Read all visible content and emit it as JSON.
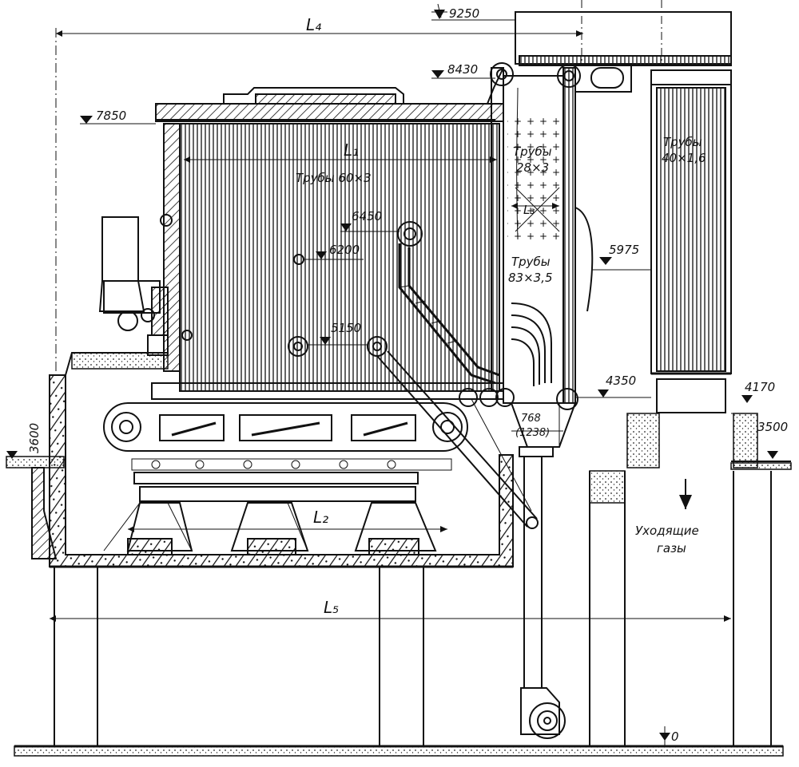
{
  "labels": {
    "l1": "L₁",
    "l2": "L₂",
    "l3": "L₃",
    "l4": "L₄",
    "l5": "L₅",
    "tubes_main": "Трубы 60×3",
    "tubes_mid_1": "Трубы",
    "tubes_mid_2": "28×3",
    "tubes_low_1": "Трубы",
    "tubes_low_2": "83×3,5",
    "tubes_eco_1": "Трубы",
    "tubes_eco_2": "40×1,6",
    "flue_1": "Уходящие",
    "flue_2": "газы",
    "dim_768": "768",
    "dim_1238": "(1238)"
  },
  "elevations": {
    "e9250": "9250",
    "e8430": "8430",
    "e7850": "7850",
    "e6450": "6450",
    "e6200": "6200",
    "e5975": "5975",
    "e5150": "5150",
    "e4350": "4350",
    "e4170": "4170",
    "e3600": "3600",
    "e3500": "3500",
    "e0": "0"
  }
}
